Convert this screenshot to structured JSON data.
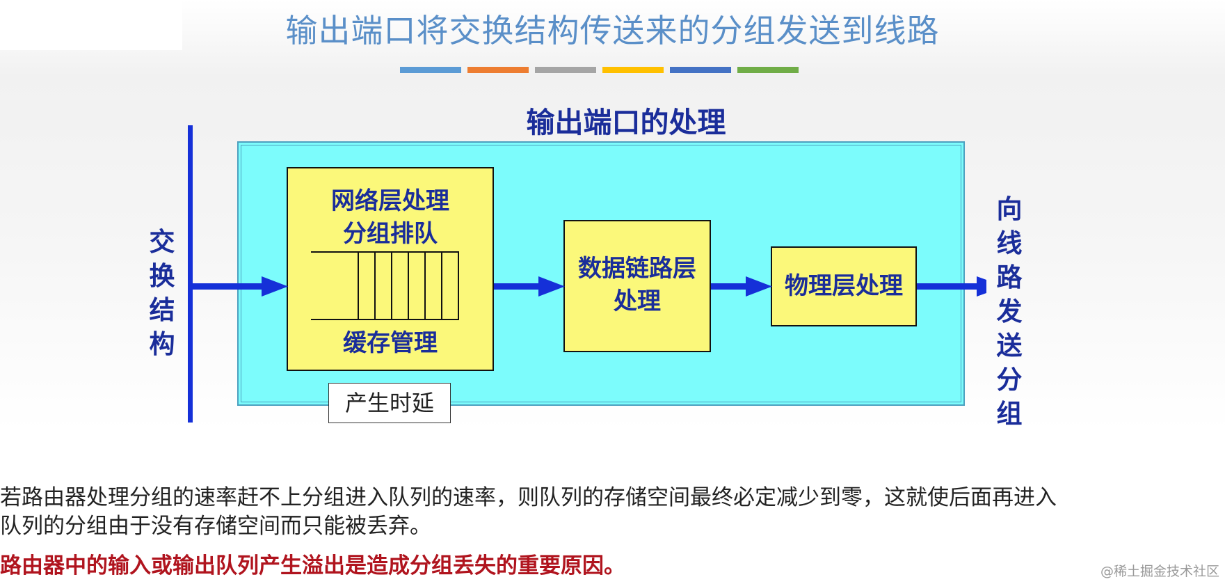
{
  "slide": {
    "title": "输出端口将交换结构传送来的分组发送到线路",
    "title_color": "#5a8fc8",
    "color_bars": [
      "#5b9bd5",
      "#ed7d31",
      "#a5a5a5",
      "#ffc000",
      "#4472c4",
      "#70ad47"
    ]
  },
  "diagram": {
    "title": "输出端口的处理",
    "left_label": "交换结构",
    "right_label": "向线路发送分组",
    "box1": {
      "line1": "网络层处理",
      "line2": "分组排队",
      "bottom": "缓存管理"
    },
    "box2": {
      "line1": "数据链路层",
      "line2": "处理"
    },
    "box3": {
      "label": "物理层处理"
    },
    "delay_label": "产生时延",
    "colors": {
      "panel": "#7cfcfc",
      "box": "#fbf87a",
      "arrow": "#1530d8",
      "text": "#1a2d9a"
    }
  },
  "text": {
    "para1_line1": "若路由器处理分组的速率赶不上分组进入队列的速率，则队列的存储空间最终必定减少到零，这就使后面再进入",
    "para1_line2": "队列的分组由于没有存储空间而只能被丢弃。",
    "para2": "路由器中的输入或输出队列产生溢出是造成分组丢失的重要原因。"
  },
  "watermark": "@稀土掘金技术社区"
}
